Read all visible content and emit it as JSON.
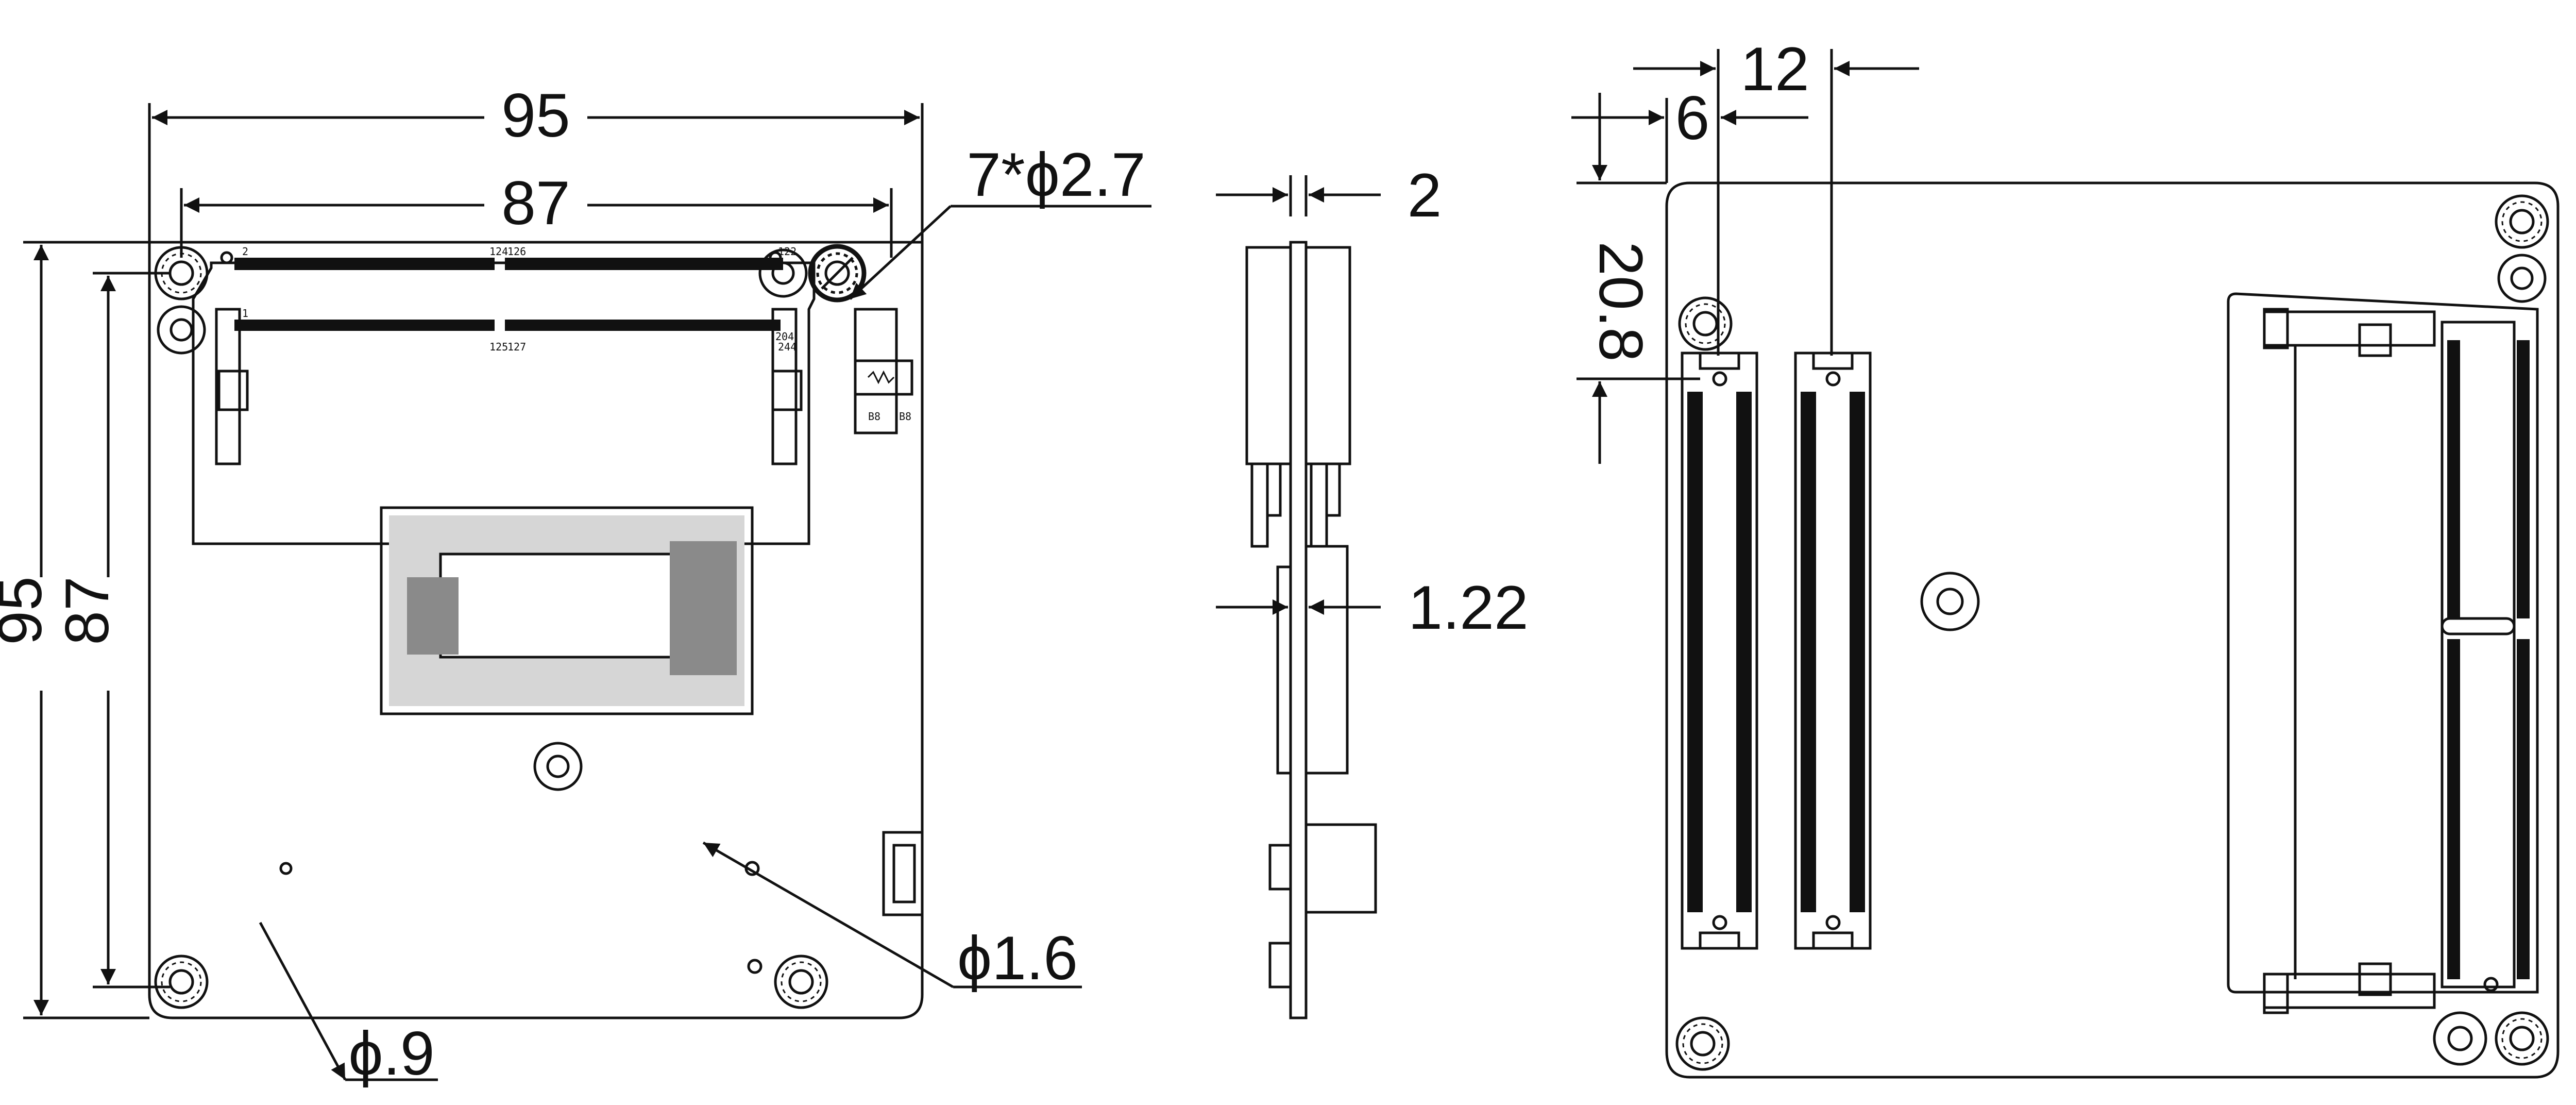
{
  "dimensions": {
    "width_95": "95",
    "width_87": "87",
    "holes": "7*ϕ2.7",
    "height_95": "95",
    "height_87": "87",
    "hole_small_1": "ϕ.9",
    "hole_small_2": "ϕ1.6",
    "thickness_2": "2",
    "thickness_122": "1.22",
    "spacing_12": "12",
    "spacing_6": "6",
    "offset_208": "20.8"
  },
  "pin_labels": {
    "so_top_left_a": "2",
    "so_top_left_b": "1",
    "so_top_mid_a": "124",
    "so_top_mid_b": "126",
    "so_top_right_a": "122",
    "so_top_right_b": "244",
    "so_bot_mid_a": "125",
    "so_bot_mid_b": "127",
    "so_bot_right": "204",
    "small_conn_a": "B8",
    "small_conn_b": "B8"
  }
}
